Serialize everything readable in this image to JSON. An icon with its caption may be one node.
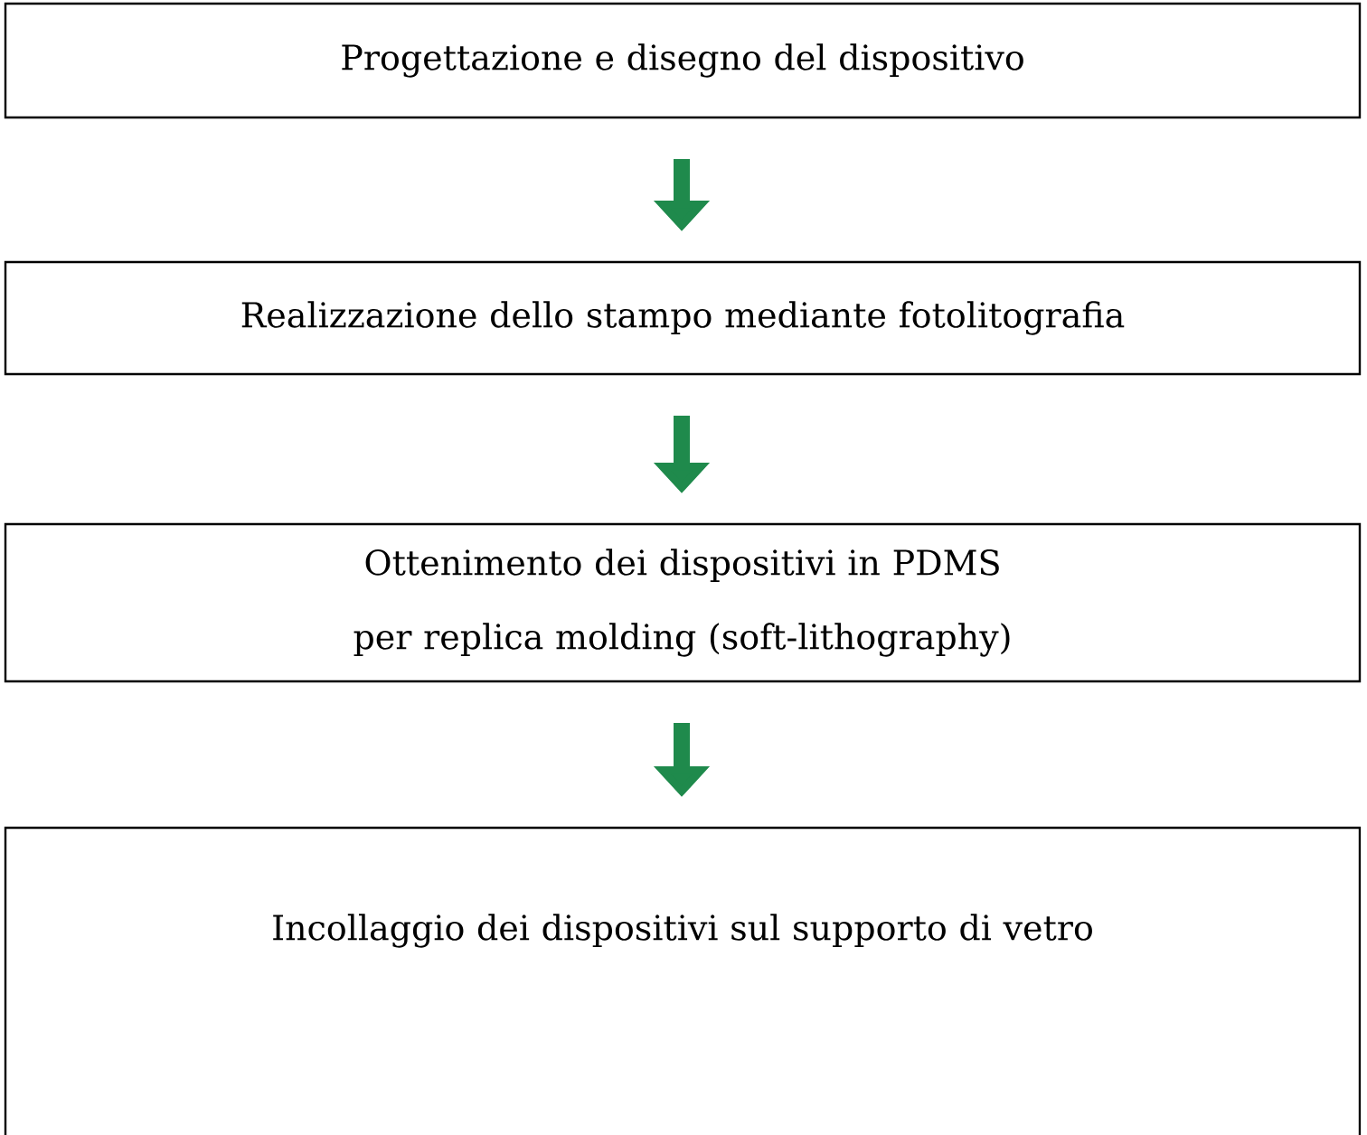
{
  "diagram": {
    "nodes": [
      {
        "text": [
          "Progettazione e disegno del dispositivo"
        ]
      },
      {
        "text": [
          "Realizzazione dello stampo mediante fotolitografia"
        ]
      },
      {
        "text": [
          "Ottenimento dei dispositivi in PDMS per replica molding (soft-lithography)"
        ]
      },
      {
        "text": [
          "Incollaggio dei dispositivi sul supporto di vetro"
        ]
      }
    ],
    "edges": [
      {
        "from": 0,
        "to": 1,
        "arrow": "to",
        "color": "#1f8a4c"
      },
      {
        "from": 1,
        "to": 2,
        "arrow": "to",
        "color": "#1f8a4c"
      },
      {
        "from": 2,
        "to": 3,
        "arrow": "to",
        "color": "#1f8a4c"
      }
    ]
  }
}
